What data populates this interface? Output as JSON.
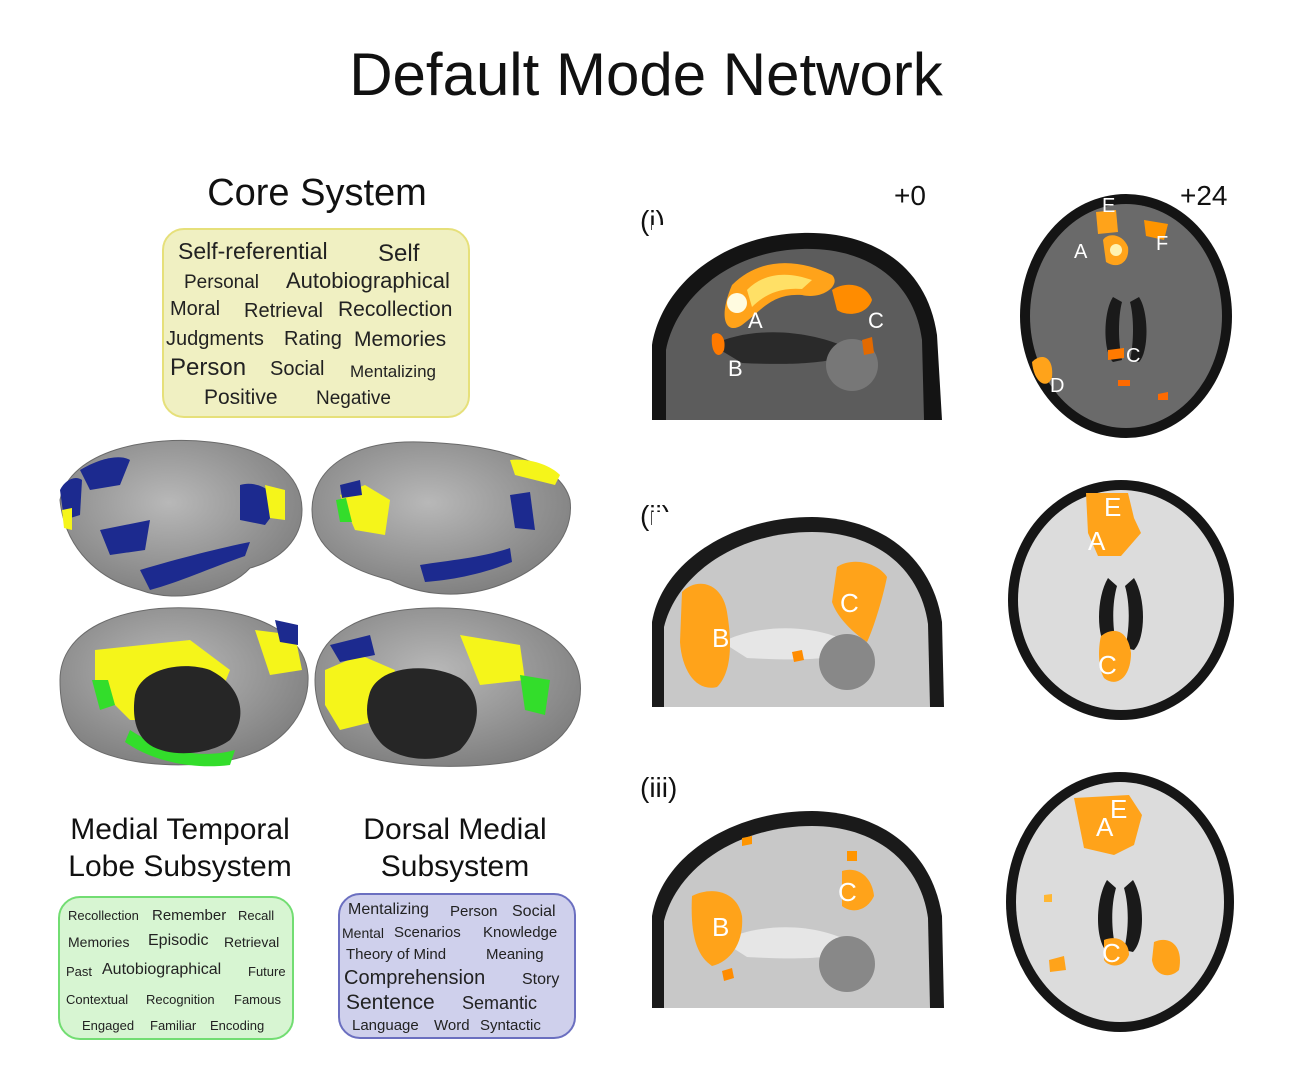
{
  "title": "Default Mode Network",
  "core": {
    "heading": "Core System",
    "words": [
      "Self-referential",
      "Self",
      "Personal",
      "Autobiographical",
      "Moral",
      "Retrieval",
      "Recollection",
      "Judgments",
      "Rating",
      "Memories",
      "Person",
      "Social",
      "Mentalizing",
      "Positive",
      "Negative"
    ]
  },
  "mtl": {
    "heading_line1": "Medial Temporal",
    "heading_line2": "Lobe Subsystem",
    "words": [
      "Recollection",
      "Remember",
      "Recall",
      "Memories",
      "Episodic",
      "Retrieval",
      "Past",
      "Autobiographical",
      "Future",
      "Contextual",
      "Recognition",
      "Famous",
      "Engaged",
      "Familiar",
      "Encoding"
    ]
  },
  "dm": {
    "heading_line1": "Dorsal Medial",
    "heading_line2": "Subsystem",
    "words": [
      "Mentalizing",
      "Person",
      "Social",
      "Mental",
      "Scenarios",
      "Knowledge",
      "Theory of Mind",
      "Meaning",
      "Comprehension",
      "Story",
      "Sentence",
      "Semantic",
      "Language",
      "Word",
      "Syntactic"
    ]
  },
  "slices": {
    "sagittal_coord": "+0",
    "axial_coord": "+24",
    "rows": [
      {
        "label": "(i)",
        "sagittal_letters": [
          "A",
          "B",
          "C"
        ],
        "axial_letters": [
          "E",
          "A",
          "F",
          "C",
          "D"
        ]
      },
      {
        "label": "(ii)",
        "sagittal_letters": [
          "B",
          "C"
        ],
        "axial_letters": [
          "E",
          "A",
          "C"
        ]
      },
      {
        "label": "(iii)",
        "sagittal_letters": [
          "B",
          "C"
        ],
        "axial_letters": [
          "E",
          "A",
          "C"
        ]
      }
    ]
  },
  "colors": {
    "core": "#f5f51a",
    "mtl": "#33dd2b",
    "dorsal_medial": "#1c2a8f",
    "activation": "#ffa31a",
    "cortex": "#9a9a9a"
  }
}
